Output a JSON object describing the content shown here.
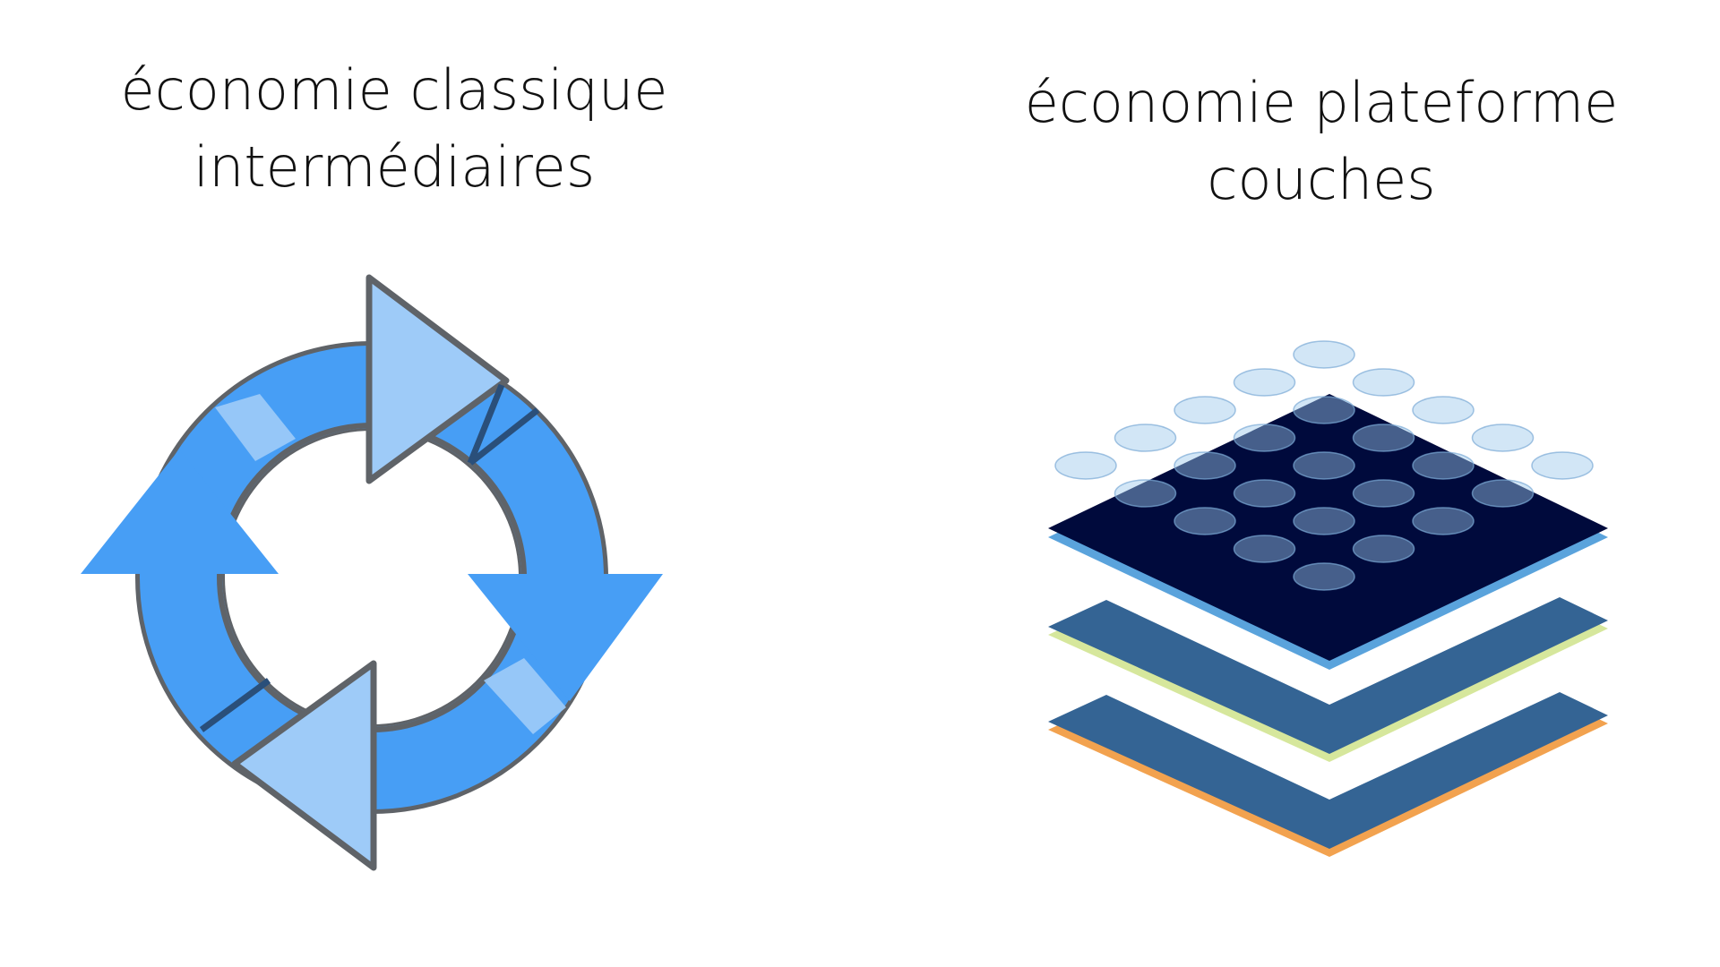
{
  "left_panel": {
    "title_line1": "économie classique",
    "title_line2": "intermédiaires",
    "icon": "cycle-arrows-icon"
  },
  "right_panel": {
    "title_line1": "économie plateforme",
    "title_line2": "couches",
    "icon": "layer-stack-icon"
  },
  "colors": {
    "arrow_blue": "#479ef5",
    "arrow_highlight": "#9ecbf8",
    "arrow_outline": "#5f6368",
    "top_layer": "#000a3c",
    "top_layer_edge": "#5aa3dc",
    "mid_layer": "#346494",
    "mid_layer_edge": "#d6e79c",
    "bottom_layer_edge": "#f2a24f",
    "dot_fill": "#9cc8ea"
  }
}
